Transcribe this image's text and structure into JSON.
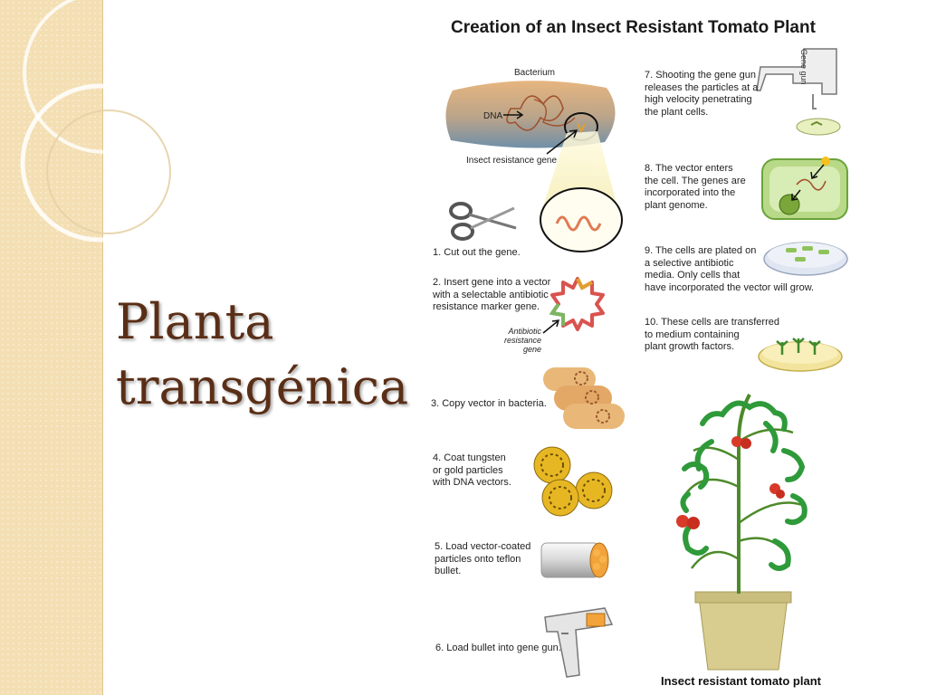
{
  "slide": {
    "title_line1": "Planta",
    "title_line2": "transgénica"
  },
  "figure": {
    "title": "Creation of an Insect Resistant Tomato Plant",
    "labels": {
      "bacterium": "Bacterium",
      "dna": "DNA",
      "insect_gene": "Insect resistance gene",
      "antibiotic_gene": "Antibiotic\nresistance\ngene",
      "gene_gun": "Gene gun"
    },
    "steps": [
      "1. Cut out the gene.",
      "2. Insert gene into a vector\nwith a selectable antibiotic\nresistance marker gene.",
      "3. Copy vector in bacteria.",
      "4. Coat tungsten\nor gold particles\nwith DNA vectors.",
      "5. Load vector-coated\nparticles onto teflon\nbullet.",
      "6. Load bullet into gene gun.",
      "7. Shooting the gene gun\nreleases the particles at a\nhigh velocity penetrating\nthe plant cells.",
      "8. The vector enters\nthe cell. The genes are\nincorporated into the\nplant genome.",
      "9. The cells are plated on\na selective antibiotic\nmedia. Only cells that\nhave incorporated the vector will grow.",
      "10. These cells are transferred\nto medium containing\nplant growth factors."
    ],
    "caption": "Insect resistant tomato plant"
  }
}
